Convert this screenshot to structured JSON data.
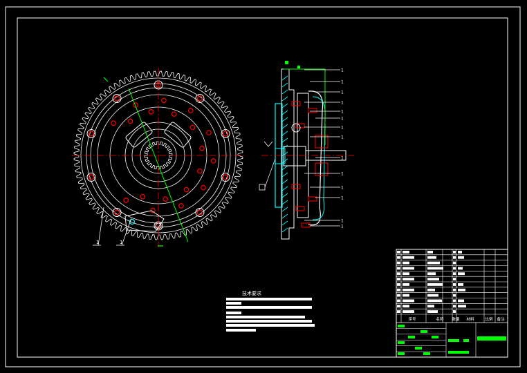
{
  "drawing": {
    "colors": {
      "background": "#000000",
      "outline": "#ffffff",
      "accent_red": "#ff0000",
      "centerline": "#00ff00",
      "hatch_cyan": "#00ffff",
      "title_green": "#00ff00"
    },
    "flywheel_view": {
      "ring_gear_teeth": 88,
      "outer_bolt_count": 10,
      "outer_bolt_positions_deg": [
        -90,
        -54,
        -18,
        18,
        54,
        90,
        126,
        162,
        198,
        234
      ],
      "view_labels": [
        "1",
        "1"
      ]
    },
    "section_view": {
      "balloon_labels": [
        "1",
        "1",
        "1",
        "1",
        "1",
        "1",
        "1",
        "1",
        "1",
        "1",
        "1",
        "1",
        "1",
        "1"
      ]
    },
    "tech_notes": {
      "title": "技术要求",
      "lines": [
        "",
        "",
        "",
        "",
        "",
        ""
      ]
    },
    "title_block": {
      "rows": 12,
      "drawing_title": "",
      "labels": [
        "序号",
        "名称",
        "数量",
        "材料",
        "比例",
        "备注"
      ]
    }
  }
}
